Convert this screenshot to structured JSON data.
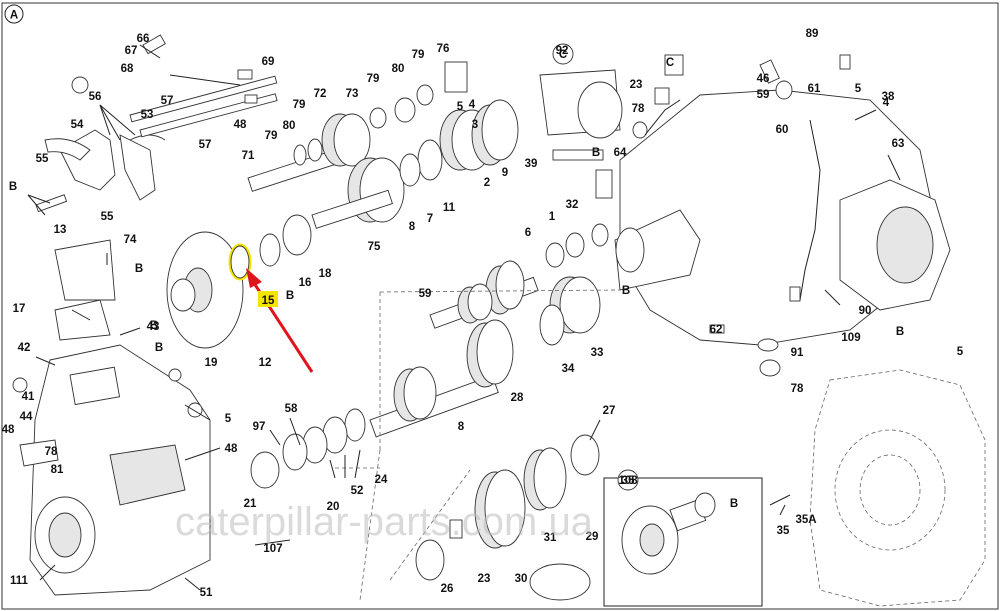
{
  "section_label": "A",
  "watermark": "caterpillar-parts.com.ua",
  "group_labels": {
    "c": "C",
    "ring_35": "35"
  },
  "callouts": [
    "66",
    "67",
    "68",
    "69",
    "56",
    "53",
    "57",
    "48",
    "57",
    "54",
    "55",
    "B",
    "55",
    "79",
    "72",
    "73",
    "79",
    "80",
    "79",
    "76",
    "80",
    "79",
    "71",
    "5",
    "4",
    "3",
    "2",
    "9",
    "8",
    "7",
    "11",
    "75",
    "74",
    "13",
    "43",
    "B",
    "B",
    "16",
    "18",
    "19",
    "12",
    "17",
    "B",
    "42",
    "B",
    "41",
    "44",
    "48",
    "78",
    "81",
    "5",
    "48",
    "111",
    "51",
    "107",
    "58",
    "97",
    "21",
    "20",
    "52",
    "24",
    "92",
    "23",
    "C",
    "78",
    "89",
    "46",
    "59",
    "60",
    "61",
    "5",
    "4",
    "39",
    "B",
    "64",
    "62",
    "63",
    "38",
    "90",
    "B",
    "109",
    "91",
    "78",
    "5",
    "59",
    "B",
    "6",
    "1",
    "32",
    "34",
    "33",
    "28",
    "8",
    "27",
    "26",
    "23",
    "30",
    "31",
    "29",
    "108",
    "B",
    "35",
    "35A",
    "37",
    "36",
    "15"
  ],
  "highlight": {
    "label": "15",
    "color": "#f5e400",
    "arrow_color": "#e0141d"
  },
  "colors": {
    "line": "#222222",
    "background": "#ffffff"
  }
}
